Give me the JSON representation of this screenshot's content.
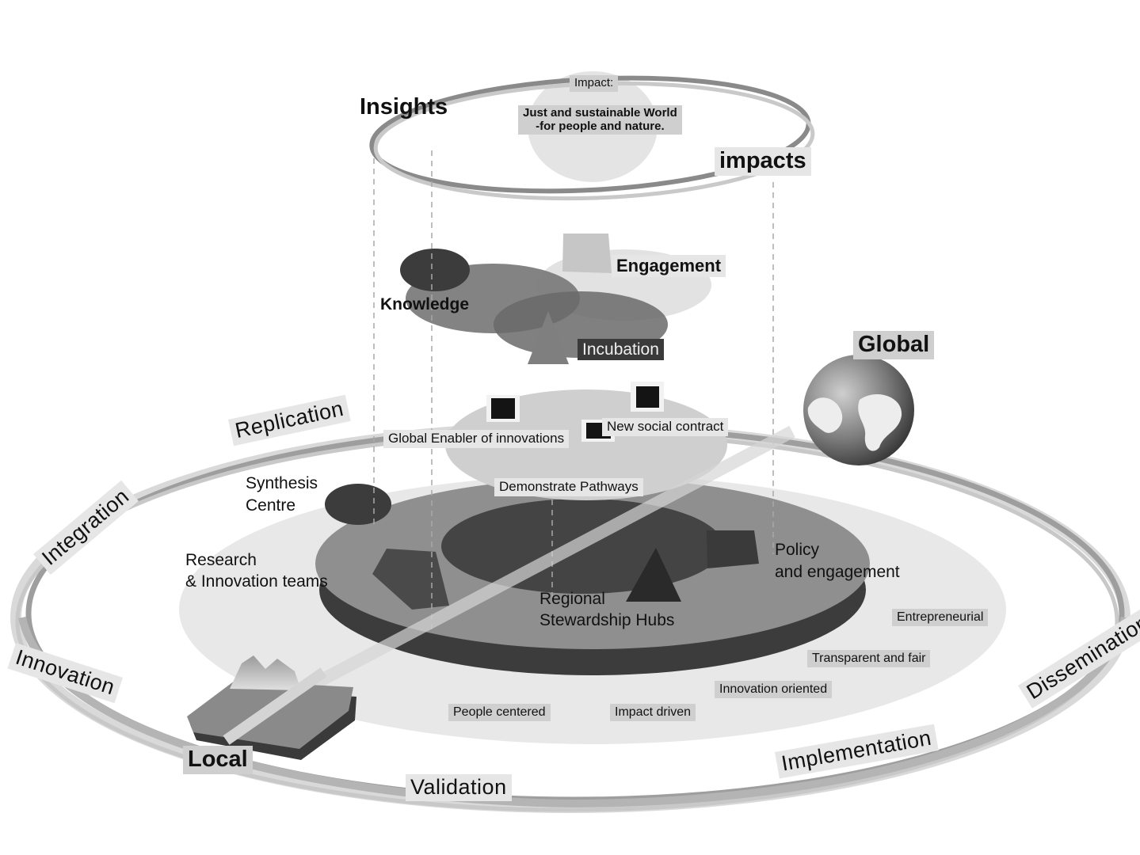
{
  "top": {
    "insights": "Insights",
    "impacts": "impacts",
    "impact_heading": "Impact:",
    "impact_line1": "Just and sustainable World",
    "impact_line2": "-for people and nature."
  },
  "middle": {
    "engagement": "Engagement",
    "knowledge": "Knowledge",
    "incubation": "Incubation"
  },
  "platform": {
    "global_enabler": "Global Enabler of innovations",
    "social_contract": "New social contract",
    "demonstrate": "Demonstrate Pathways"
  },
  "base": {
    "synthesis_line1": "Synthesis",
    "synthesis_line2": "Centre",
    "research_line1": "Research",
    "research_line2": "& Innovation teams",
    "regional_line1": "Regional",
    "regional_line2": "Stewardship Hubs",
    "policy_line1": "Policy",
    "policy_line2": "and engagement"
  },
  "principles": {
    "entrepreneurial": "Entrepreneurial",
    "transparent": "Transparent and fair",
    "innovation_oriented": "Innovation oriented",
    "people_centered": "People centered",
    "impact_driven": "Impact driven"
  },
  "scale": {
    "global": "Global",
    "local": "Local"
  },
  "ring": {
    "replication": "Replication",
    "integration": "Integration",
    "innovation": "Innovation",
    "validation": "Validation",
    "implementation": "Implementation",
    "dissemination": "Dissemination"
  },
  "colors": {
    "dark": "#3c3c3c",
    "mid": "#8a8a8a",
    "light": "#d6d6d6",
    "pale": "#e8e8e8",
    "label_bg": "#e6e6e6"
  }
}
